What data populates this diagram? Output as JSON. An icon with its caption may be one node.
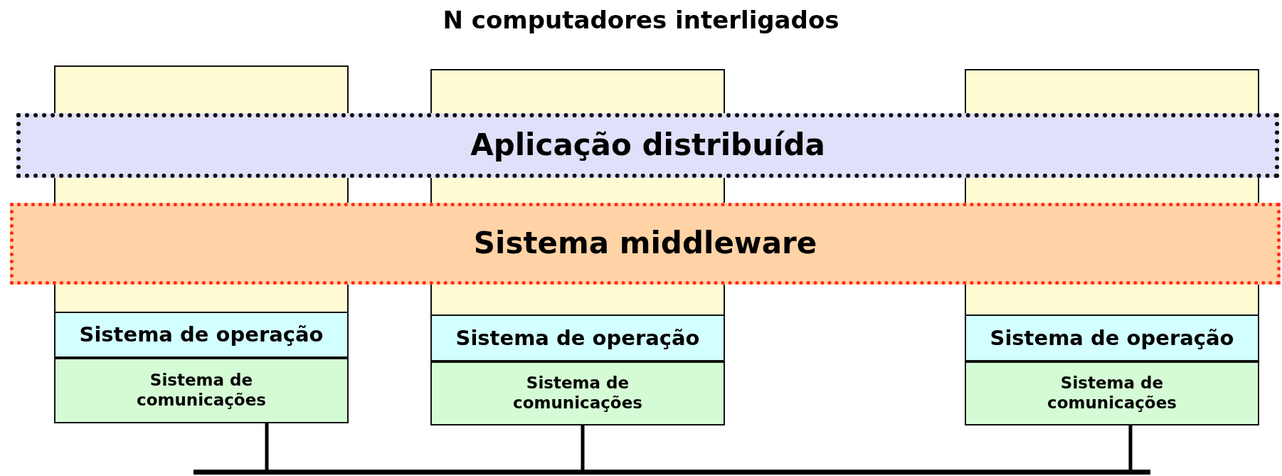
{
  "diagram": {
    "title": "N computadores interligados",
    "nodes": [
      {
        "text": [],
        "shape": "box"
      },
      {
        "text": [],
        "shape": "box"
      },
      {
        "text": [],
        "shape": "box"
      },
      {
        "text": [
          "Aplicação distribuída"
        ]
      },
      {
        "text": [
          "Sistema middleware"
        ]
      },
      {
        "text": [
          "Sistema de operação"
        ],
        "in": 0
      },
      {
        "text": [
          "Sistema de operação"
        ],
        "in": 1
      },
      {
        "text": [
          "Sistema de operação"
        ],
        "in": 2
      },
      {
        "text": [
          "Sistema de comunicações"
        ],
        "in": 0
      },
      {
        "text": [
          "Sistema de comunicações"
        ],
        "in": 1
      },
      {
        "text": [
          "Sistema de comunicações"
        ],
        "in": 2
      },
      {
        "text": [],
        "shape": "bar"
      }
    ],
    "edges": [
      {
        "from": 8,
        "to": 11,
        "arrow": "none"
      },
      {
        "from": 9,
        "to": 11,
        "arrow": "none"
      },
      {
        "from": 10,
        "to": 11,
        "arrow": "none"
      }
    ]
  }
}
